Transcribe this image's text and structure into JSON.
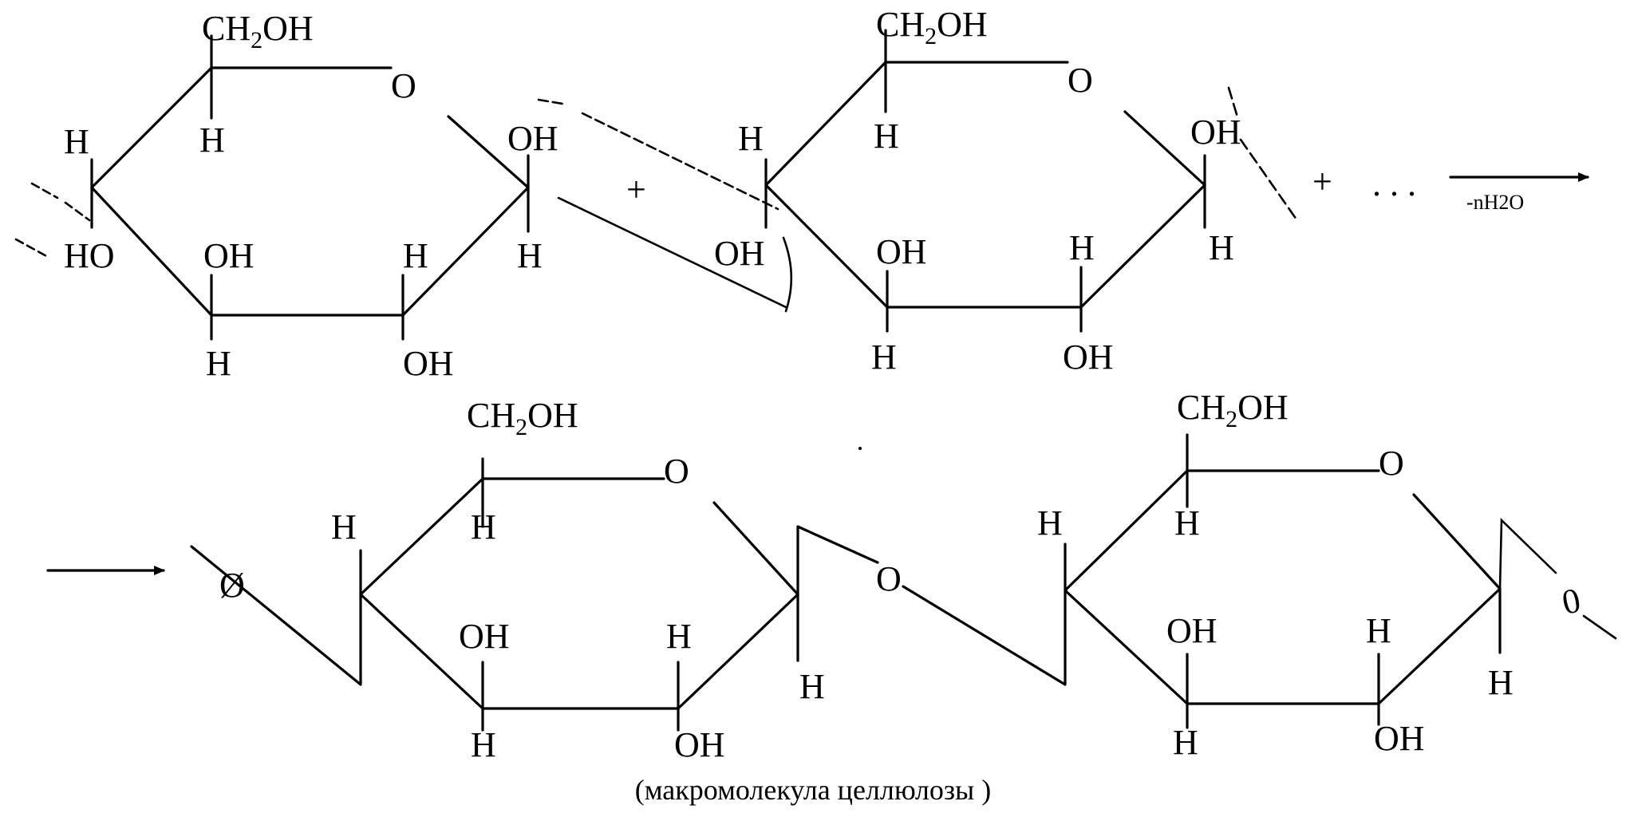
{
  "diagram": {
    "h": "H",
    "oh": "OH",
    "ho": "HO",
    "o": "O",
    "ch2oh": {
      "ch": "CH",
      "sub": "2",
      "oh": "OH"
    },
    "plus": "+",
    "ellipsis": ". . .",
    "condition": "-nH2O",
    "hand_o_right": "0",
    "hand_o_left": "Ø",
    "caption": "(макромолекула целлюлозы )"
  },
  "colors": {
    "ink": "#000000",
    "background": "#ffffff"
  }
}
